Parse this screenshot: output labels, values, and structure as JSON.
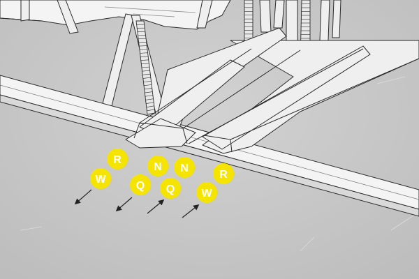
{
  "colors": {
    "background": "#c9c9c9",
    "structure_fill": "#efefef",
    "platform_fill": "#f4f4f4",
    "line": "#2a2a2a",
    "badge_fill": "#f4e400",
    "badge_text": "#ffffff",
    "arrow": "#222222"
  },
  "badges": [
    {
      "id": "r1",
      "label": "R"
    },
    {
      "id": "n1",
      "label": "N"
    },
    {
      "id": "n2",
      "label": "N"
    },
    {
      "id": "r2",
      "label": "R"
    },
    {
      "id": "w1",
      "label": "W"
    },
    {
      "id": "q1",
      "label": "Q"
    },
    {
      "id": "q2",
      "label": "Q"
    },
    {
      "id": "w2",
      "label": "W"
    }
  ],
  "arrows": [
    {
      "id": "a1",
      "direction": "down-left"
    },
    {
      "id": "a2",
      "direction": "down-left"
    },
    {
      "id": "a3",
      "direction": "up-right"
    },
    {
      "id": "a4",
      "direction": "up-right"
    }
  ]
}
